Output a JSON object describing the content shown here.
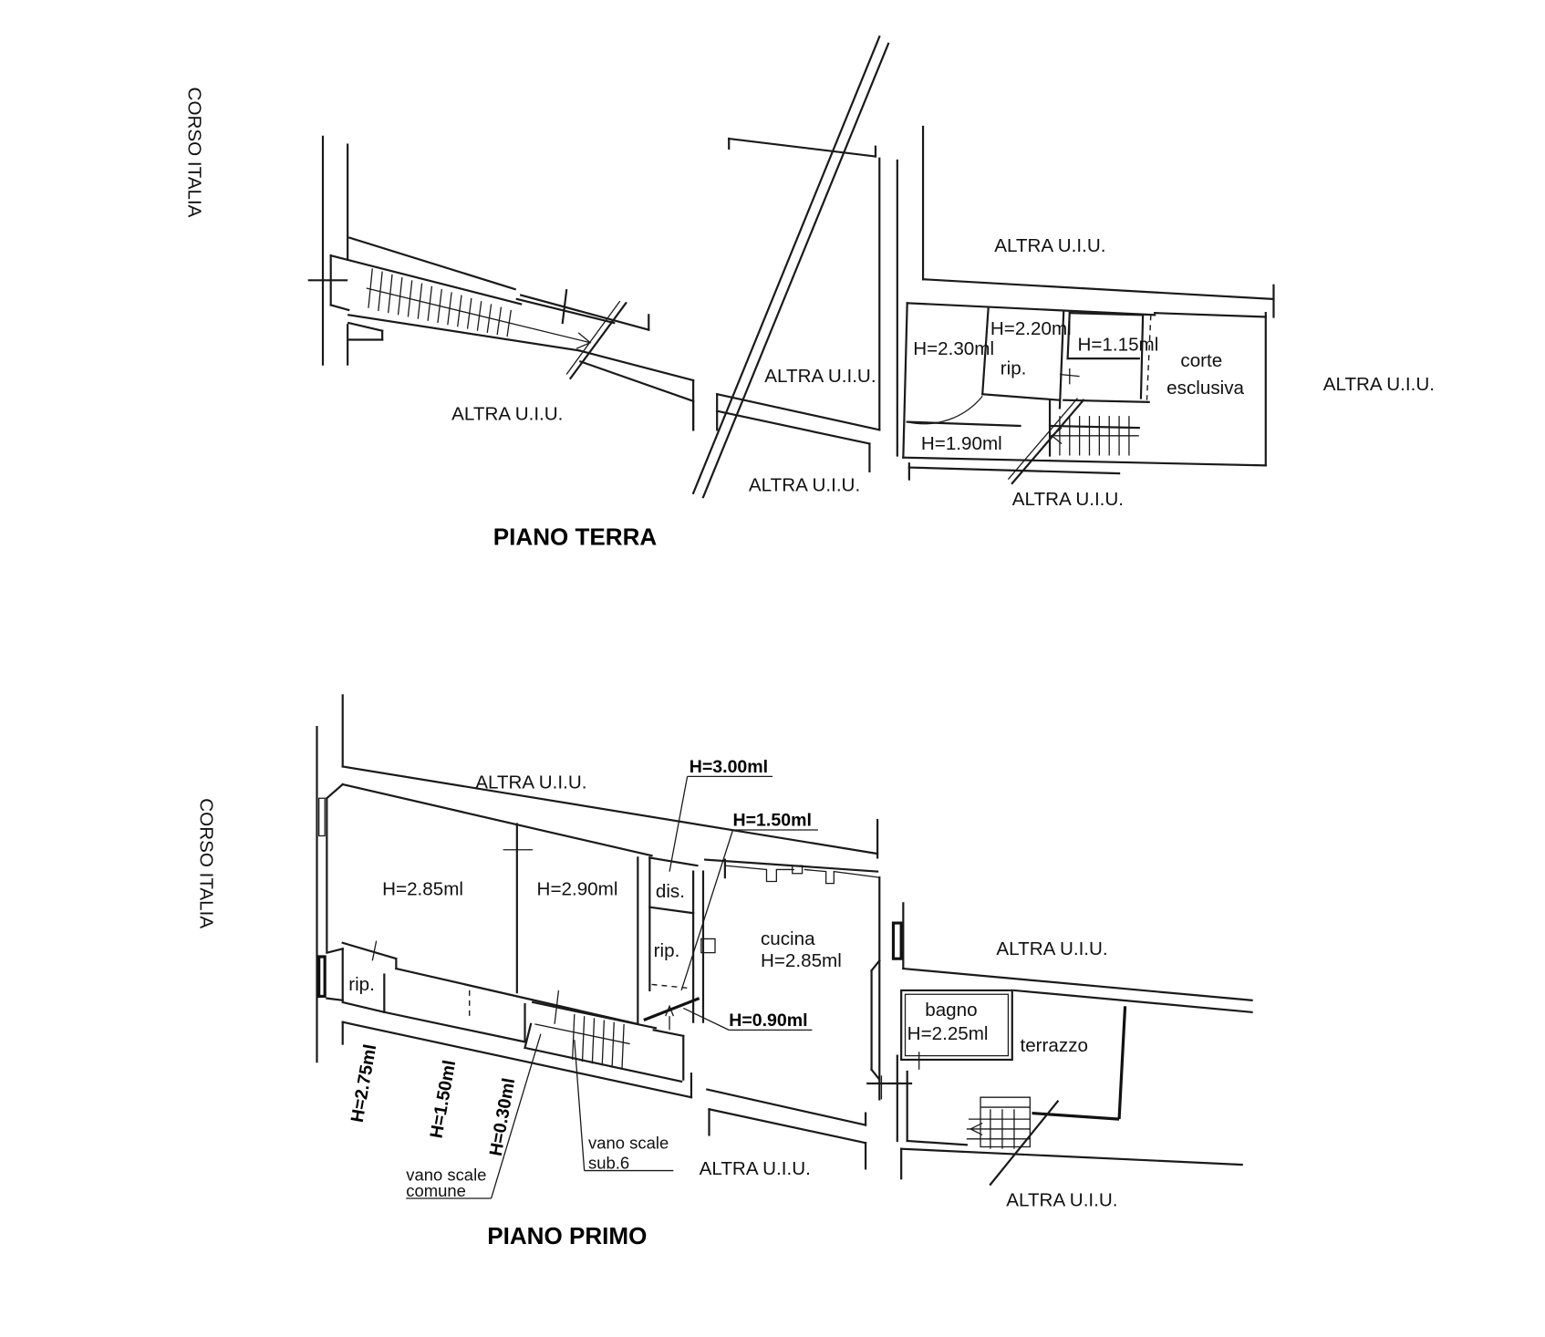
{
  "streets": {
    "corso_terra": "CORSO ITALIA",
    "corso_primo": "CORSO ITALIA"
  },
  "piano_terra": {
    "title": "PIANO TERRA",
    "altra_1": "ALTRA U.I.U.",
    "altra_2": "ALTRA U.I.U.",
    "altra_3": "ALTRA U.I.U.",
    "altra_4": "ALTRA U.I.U.",
    "altra_5": "ALTRA U.I.U.",
    "altra_6": "ALTRA U.I.U.",
    "h_230": "H=2.30ml",
    "h_220": "H=2.20ml",
    "h_115": "H=1.15ml",
    "h_190": "H=1.90ml",
    "rip": "rip.",
    "corte_1": "corte",
    "corte_2": "esclusiva"
  },
  "piano_primo": {
    "title": "PIANO PRIMO",
    "altra_1": "ALTRA U.I.U.",
    "altra_2": "ALTRA U.I.U.",
    "altra_3": "ALTRA U.I.U.",
    "altra_4": "ALTRA U.I.U.",
    "h_285": "H=2.85ml",
    "h_290": "H=2.90ml",
    "h_300": "H=3.00ml",
    "h_150": "H=1.50ml",
    "h_090": "H=0.90ml",
    "dis": "dis.",
    "rip_1": "rip.",
    "rip_2": "rip.",
    "cucina": "cucina",
    "cucina_h": "H=2.85ml",
    "bagno": "bagno",
    "bagno_h": "H=2.25ml",
    "terrazzo": "terrazzo",
    "h_275": "H=2.75ml",
    "h_150b": "H=1.50ml",
    "h_030": "H=0.30ml",
    "vano_comune_1": "vano scale",
    "vano_comune_2": "comune",
    "vano_sub6_1": "vano scale",
    "vano_sub6_2": "sub.6"
  }
}
